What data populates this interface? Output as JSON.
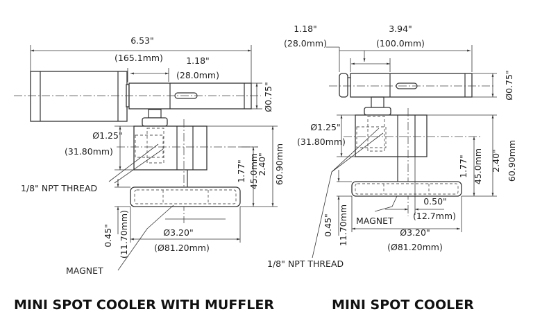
{
  "left_drawing": {
    "title": "MINI SPOT COOLER WITH MUFFLER",
    "overall_length_in": "6.53\"",
    "overall_length_mm": "(165.1mm)",
    "hex_length_in": "1.18\"",
    "hex_length_mm": "(28.0mm)",
    "tube_dia": "Ø0.75\"",
    "block_dia_in": "Ø1.25\"",
    "block_dia_mm": "(31.80mm)",
    "thread_label": "1/8\" NPT THREAD",
    "center_height_in": "1.77\"",
    "center_height_mm": "45.0mm",
    "total_height_in": "2.40\"",
    "total_height_mm": "60.90mm",
    "base_height_in": "0.45\"",
    "base_height_mm": "(11.70mm)",
    "base_dia_in": "Ø3.20\"",
    "base_dia_mm": "(Ø81.20mm)",
    "magnet_label": "MAGNET"
  },
  "right_drawing": {
    "title": "MINI SPOT COOLER",
    "hex_length_in": "1.18\"",
    "hex_length_mm": "(28.0mm)",
    "tube_length_in": "3.94\"",
    "tube_length_mm": "(100.0mm)",
    "tube_dia": "Ø0.75\"",
    "block_dia_in": "Ø1.25\"",
    "block_dia_mm": "(31.80mm)",
    "center_height_in": "1.77\"",
    "center_height_mm": "45.0mm",
    "total_height_in": "2.40\"",
    "total_height_mm": "60.90mm",
    "offset_in": "0.50\"",
    "offset_mm": "(12.7mm)",
    "magnet_label": "MAGNET",
    "base_height_in": "0.45\"",
    "base_height_mm": "11.70mm",
    "base_dia_in": "Ø3.20\"",
    "base_dia_mm": "(Ø81.20mm)",
    "thread_label": "1/8\" NPT THREAD"
  }
}
